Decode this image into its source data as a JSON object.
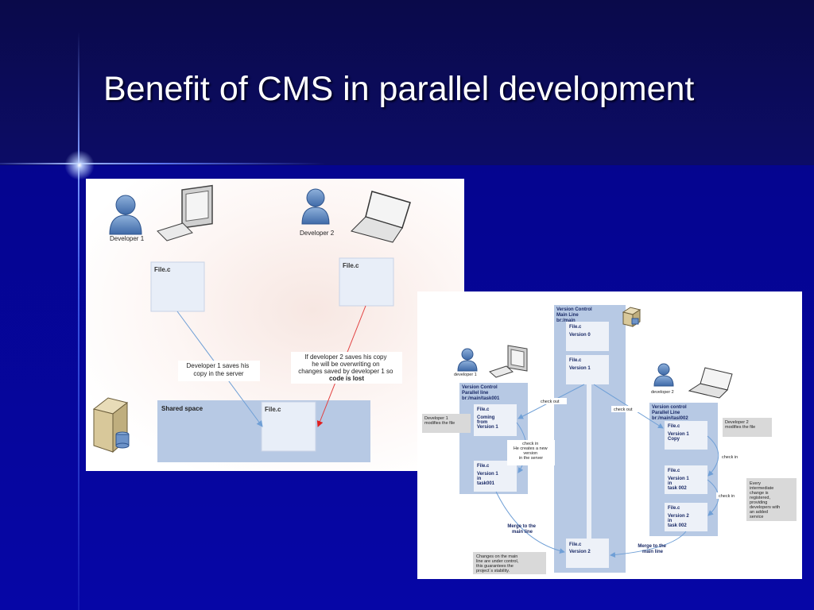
{
  "slide": {
    "title": "Benefit of CMS in parallel development"
  },
  "left_diagram": {
    "developer1_label": "Developer 1",
    "developer2_label": "Developer 2",
    "file1_label": "File.c",
    "file2_label": "File.c",
    "shared_space_label": "Shared space",
    "server_file_label": "File.c",
    "note_dev1": [
      "Developer 1 saves his",
      "copy in the server"
    ],
    "note_dev2": [
      "If developer 2 saves his copy",
      "he will be overwriting on",
      "changes saved by developer 1 so"
    ],
    "note_dev2_bold": "code is lost"
  },
  "right_diagram": {
    "main_line_title": [
      "Version Control",
      "Main Line",
      "br:/main"
    ],
    "main_v0": [
      "File.c",
      "Version  0"
    ],
    "main_v1": [
      "File.c",
      "Version  1"
    ],
    "main_v2": [
      "File.c",
      "Version 2"
    ],
    "developer1_label": "developer 1",
    "developer2_label": "developer 2",
    "pl1_title": [
      "Version Control",
      "Parallel line",
      "br:/main/task001"
    ],
    "pl1_box1": [
      "File.c",
      "Coming",
      "from",
      "Version 1"
    ],
    "pl1_box2": [
      "File.c",
      "Version 1",
      "in",
      "task001"
    ],
    "pl2_title": [
      "Version control",
      "Parallel Line",
      "br:/main/tasl002"
    ],
    "pl2_box1": [
      "File.c",
      "Version 1",
      "Copy"
    ],
    "pl2_box2": [
      "File.c",
      "Version 1",
      "in",
      "task 002"
    ],
    "pl2_box3": [
      "File.c",
      "Version 2",
      "in",
      "task 002"
    ],
    "check_out_left": "check out",
    "check_out_right": "check out",
    "check_in_left": [
      "check in",
      "He creates a new",
      "version",
      "in the server"
    ],
    "check_in_right1": "check in",
    "check_in_right2": "check in",
    "note_dev1": [
      "Developer 1",
      "modifies the file"
    ],
    "note_dev2": [
      "Developer 2",
      "modifies the file"
    ],
    "note_every": [
      "Every",
      "intermediate",
      "change is",
      "registered,",
      "providing",
      "developers with",
      "an added",
      "service"
    ],
    "note_changes": [
      "Changes on the main",
      "line are under control,",
      "this guarantees the",
      "project´s stability."
    ],
    "merge_left": [
      "Merge to the",
      "main line"
    ],
    "merge_right": [
      "Merge to the",
      "main line"
    ]
  }
}
